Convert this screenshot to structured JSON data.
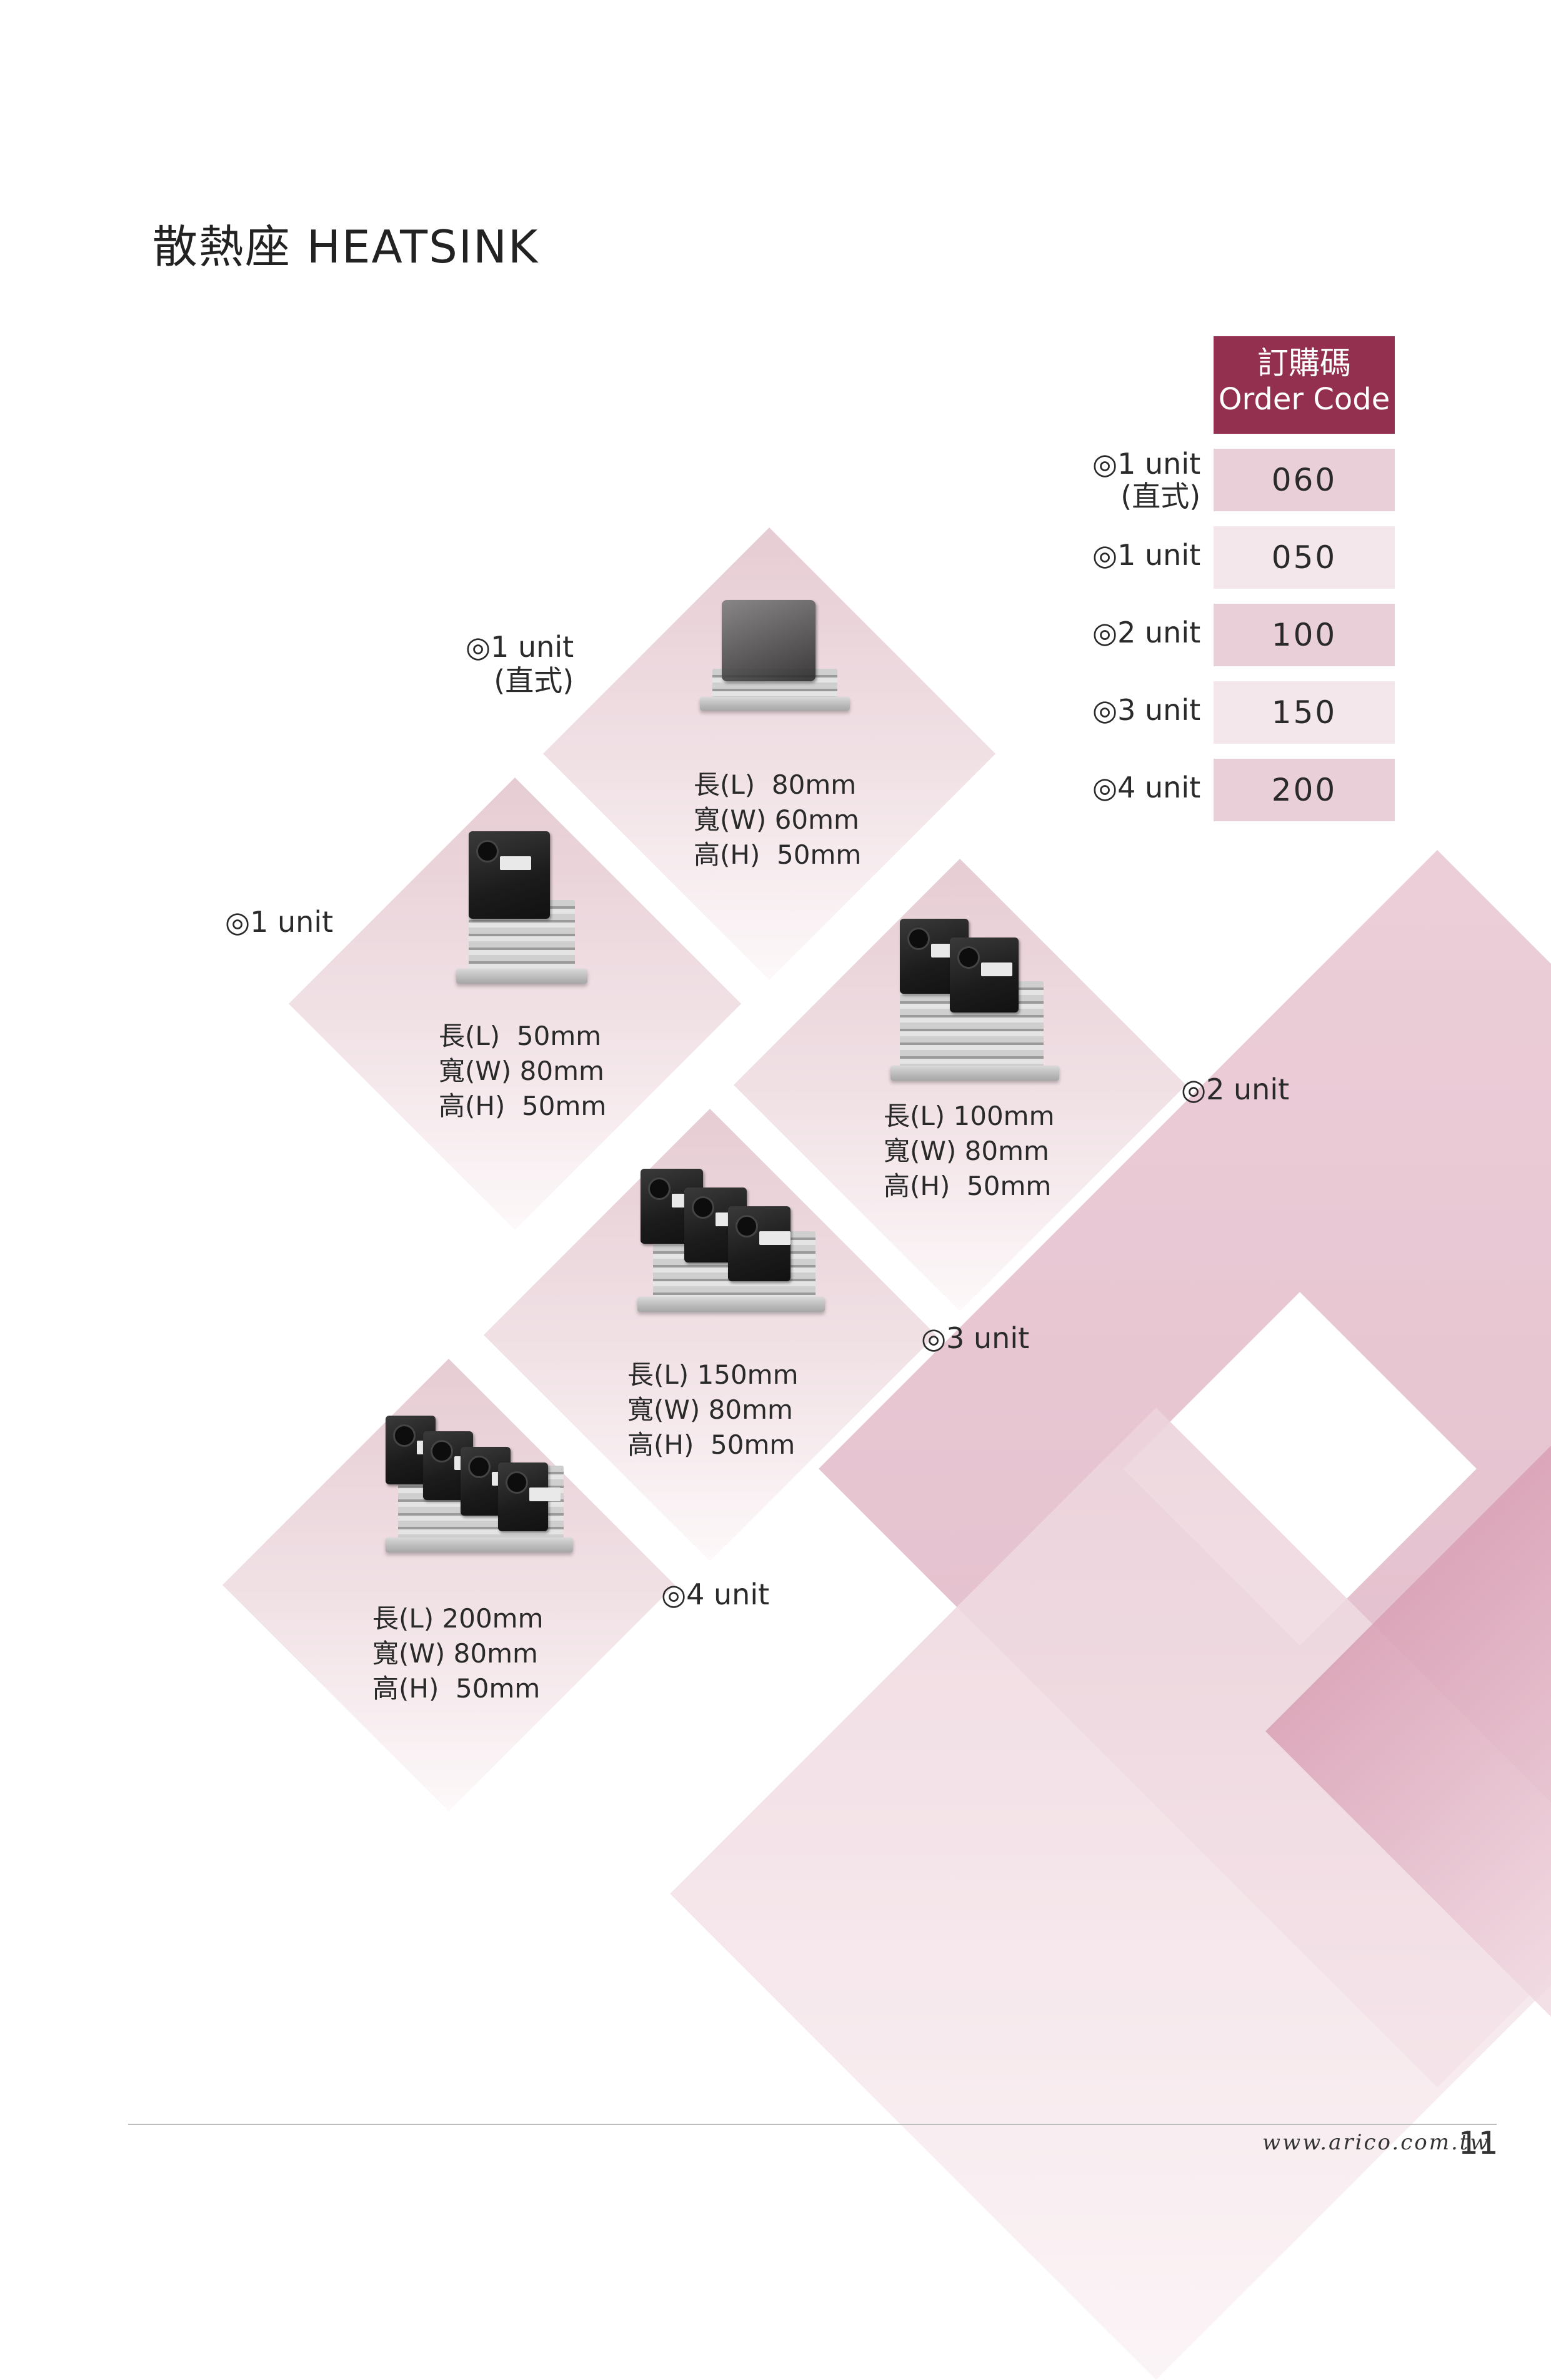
{
  "title": "散熱座 HEATSINK",
  "products": [
    {
      "id": "1-unit-vertical",
      "label": "◎1 unit",
      "label_sub": "(直式)",
      "dims": "長(L)  80mm\n寬(W) 60mm\n高(H)  50mm",
      "units": 1
    },
    {
      "id": "1-unit",
      "label": "◎1 unit",
      "dims": "長(L)  50mm\n寬(W) 80mm\n高(H)  50mm",
      "units": 1
    },
    {
      "id": "2-unit",
      "label": "◎2 unit",
      "dims": "長(L) 100mm\n寬(W) 80mm\n高(H)  50mm",
      "units": 2
    },
    {
      "id": "3-unit",
      "label": "◎3 unit",
      "dims": "長(L) 150mm\n寬(W) 80mm\n高(H)  50mm",
      "units": 3
    },
    {
      "id": "4-unit",
      "label": "◎4 unit",
      "dims": "長(L) 200mm\n寬(W) 80mm\n高(H)  50mm",
      "units": 4
    }
  ],
  "order_table": {
    "header_zh": "訂購碼",
    "header_en": "Order Code",
    "rows": [
      {
        "label": "◎1 unit",
        "label_sub": "(直式)",
        "code": "060"
      },
      {
        "label": "◎1 unit",
        "code": "050"
      },
      {
        "label": "◎2 unit",
        "code": "100"
      },
      {
        "label": "◎3 unit",
        "code": "150"
      },
      {
        "label": "◎4 unit",
        "code": "200"
      }
    ]
  },
  "footer": {
    "url": "www.arico.com.tw",
    "page_number": "11"
  },
  "colors": {
    "accent": "#93304f",
    "cell_dark": "#e9cfd7",
    "cell_light": "#f4e7eb"
  }
}
